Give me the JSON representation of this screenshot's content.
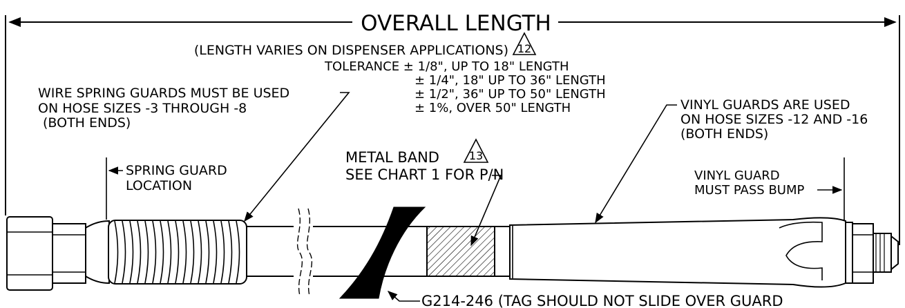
{
  "overall": {
    "title": "OVERALL LENGTH",
    "note": "(LENGTH VARIES ON DISPENSER APPLICATIONS)",
    "note_ref": "12"
  },
  "tolerance": {
    "lines": [
      "TOLERANCE ± 1/8\", UP TO 18\" LENGTH",
      "± 1/4\", 18\" UP TO 36\" LENGTH",
      "± 1/2\", 36\" UP TO 50\" LENGTH",
      "± 1%, OVER 50\" LENGTH"
    ]
  },
  "wire_guard_note": {
    "lines": [
      "WIRE SPRING GUARDS MUST BE USED",
      "ON HOSE SIZES -3 THROUGH -8",
      "(BOTH ENDS)"
    ]
  },
  "vinyl_guard_note": {
    "lines": [
      "VINYL GUARDS ARE USED",
      "ON HOSE SIZES -12 AND -16",
      "(BOTH ENDS)"
    ]
  },
  "spring_guard_location": {
    "lines": [
      "SPRING GUARD",
      "LOCATION"
    ]
  },
  "metal_band": {
    "lines": [
      "METAL BAND",
      "SEE CHART 1 FOR P/N"
    ],
    "ref": "13"
  },
  "vinyl_guard_bump": {
    "lines": [
      "VINYL GUARD",
      "MUST PASS BUMP"
    ]
  },
  "tag_note": {
    "text": "G214-246 (TAG SHOULD NOT SLIDE OVER GUARD"
  }
}
